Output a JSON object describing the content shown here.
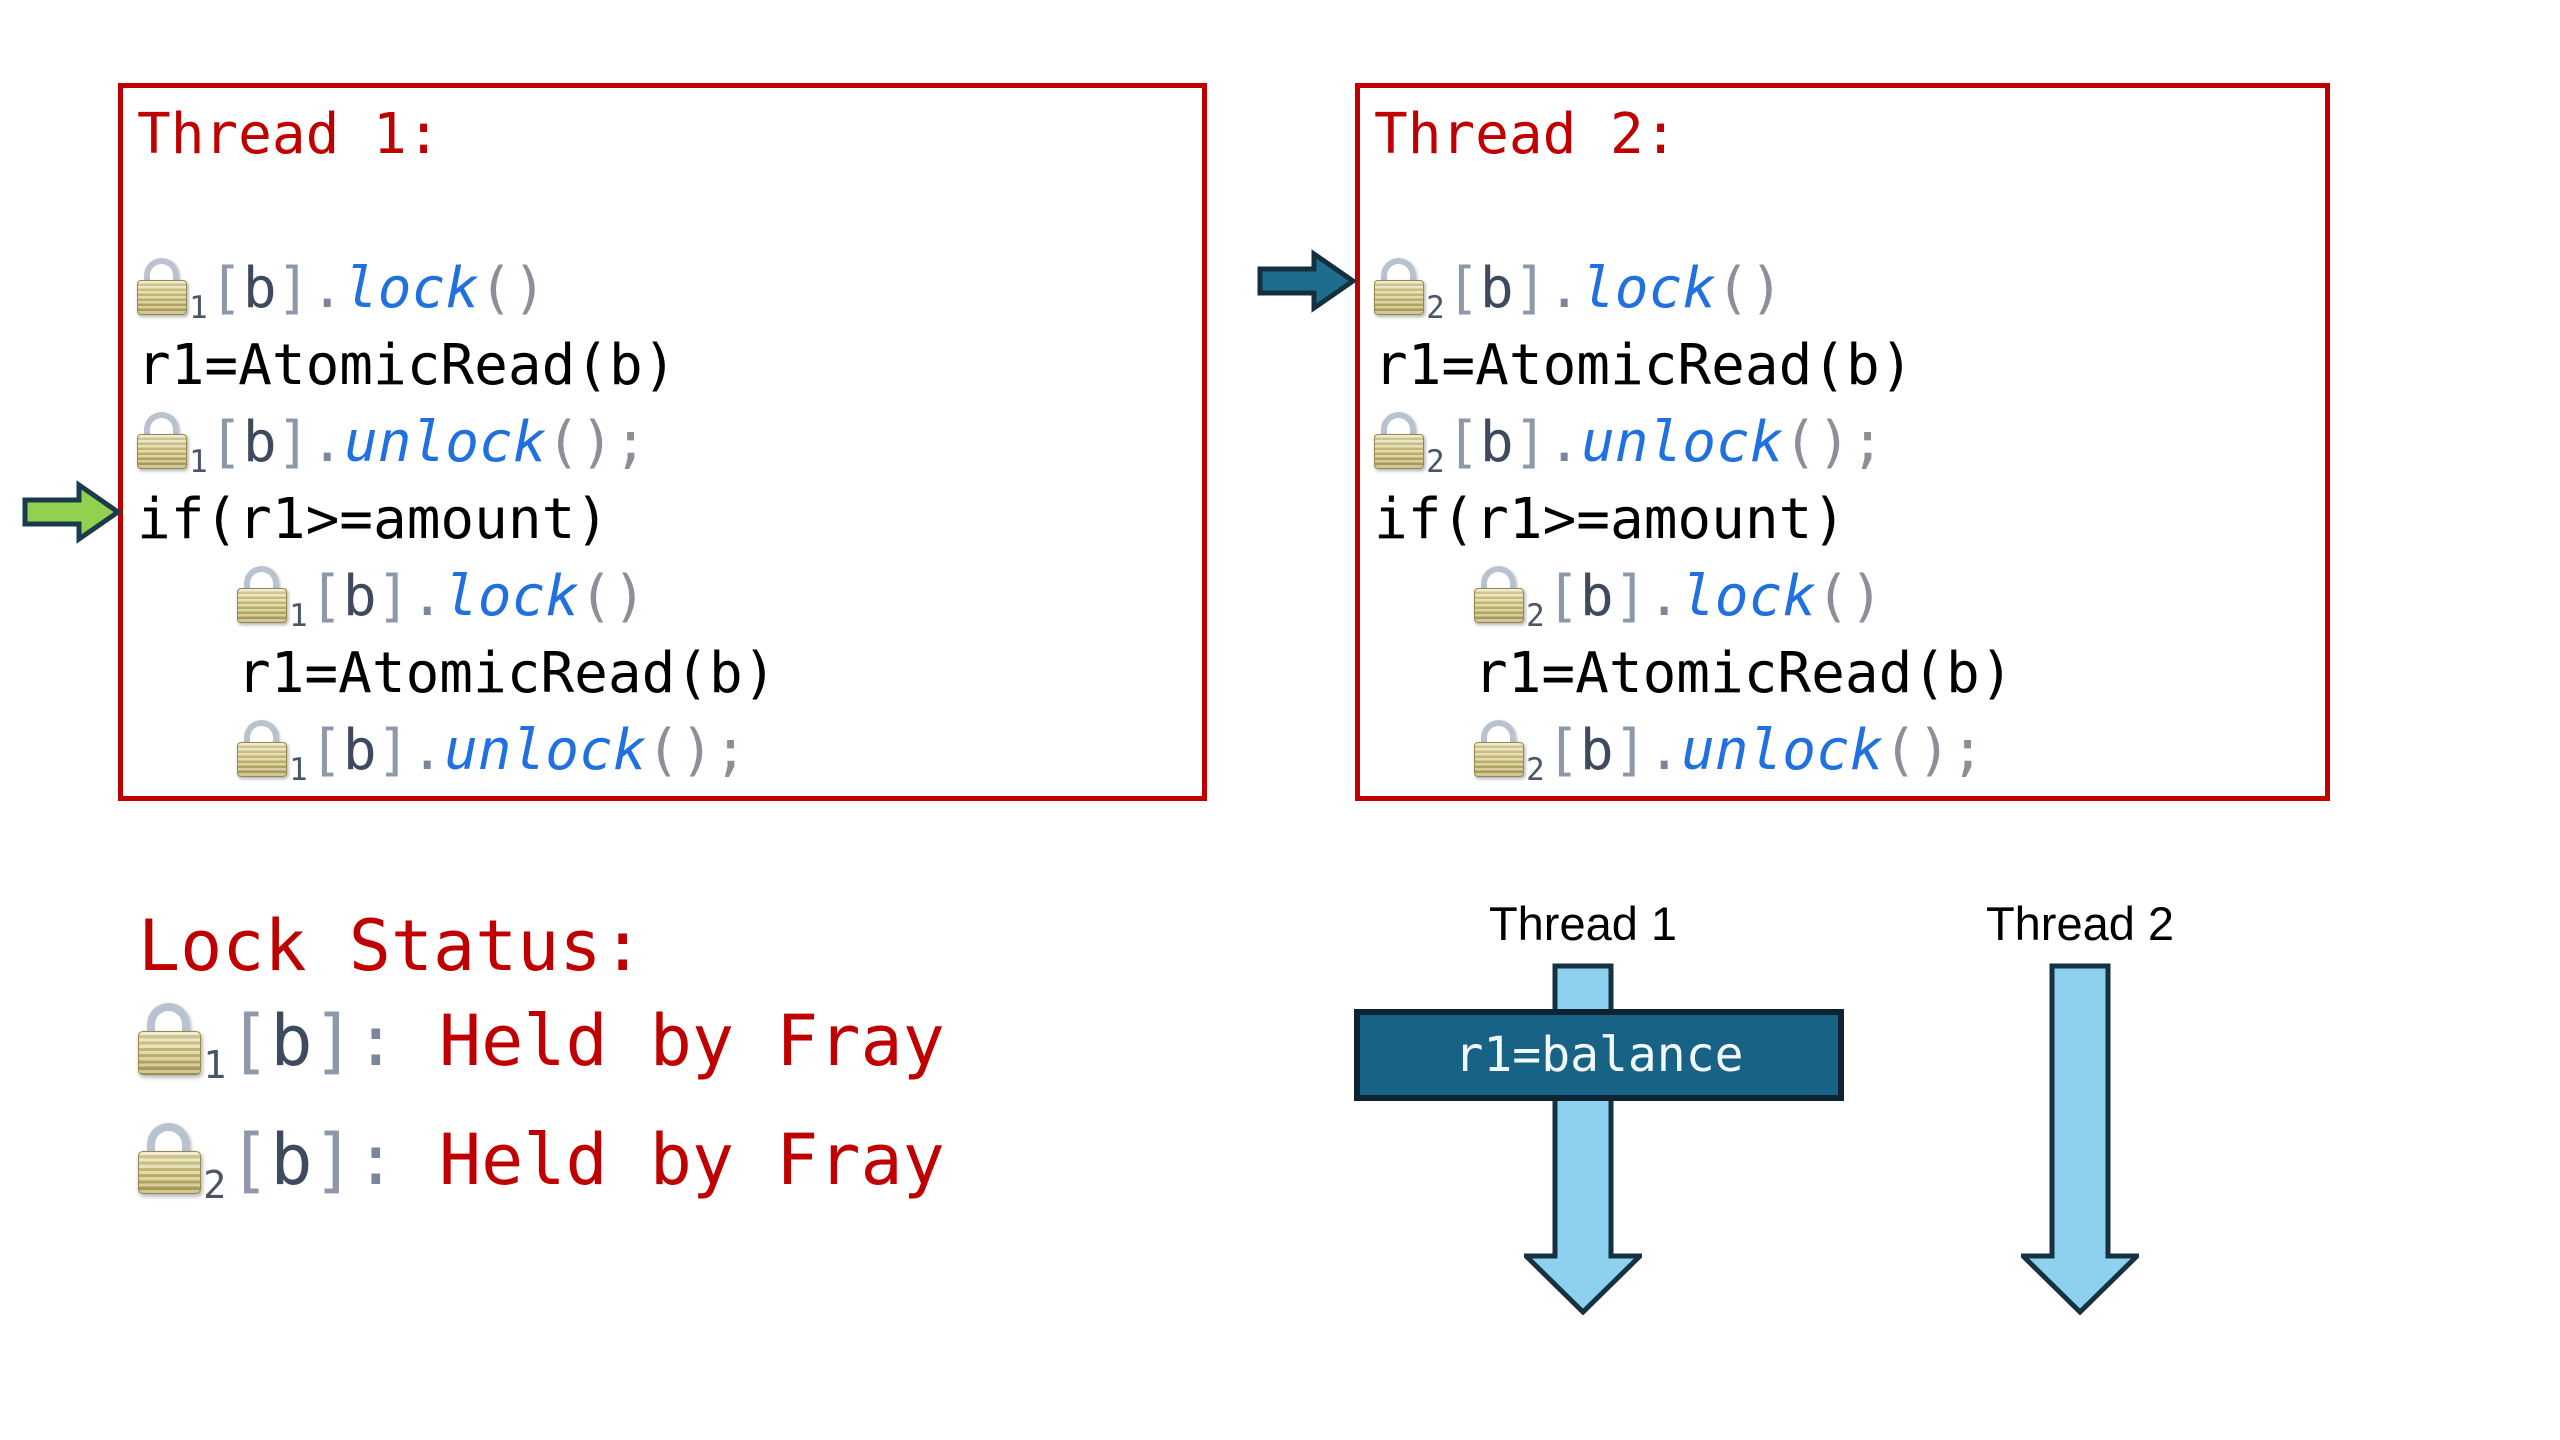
{
  "colors": {
    "box_border_red": "#c00000",
    "heading_red": "#c00000",
    "code_black": "#000000",
    "bracket_gray": "#8d98aa",
    "variable_slate": "#3e4a5e",
    "function_blue": "#2070e0",
    "paren_gray": "#8a8f98",
    "lock_body_gold": "#cfc379",
    "lock_shackle_silver": "#b9c3cf",
    "green_arrow_fill": "#92d050",
    "teal_arrow_fill": "#1f6d8c",
    "timeline_arrow_fill": "#8ed1ee",
    "timeline_arrow_outline": "#16313f",
    "event_box_fill": "#186286",
    "event_box_text": "#f2f9fd"
  },
  "thread1_box": {
    "title": "Thread 1:",
    "code_lines": [
      {
        "tokens": []
      },
      {
        "tokens": [
          [
            "lock",
            "1"
          ],
          [
            "brk",
            "["
          ],
          [
            "b",
            "b"
          ],
          [
            "brk",
            "]"
          ],
          [
            "dot",
            "."
          ],
          [
            "fn",
            "lock"
          ],
          [
            "par",
            "()"
          ]
        ]
      },
      {
        "tokens": [
          [
            "blk",
            "r1=AtomicRead(b)"
          ]
        ]
      },
      {
        "tokens": [
          [
            "lock",
            "1"
          ],
          [
            "brk",
            "["
          ],
          [
            "b",
            "b"
          ],
          [
            "brk",
            "]"
          ],
          [
            "dot",
            "."
          ],
          [
            "fn",
            "unlock"
          ],
          [
            "par",
            "();"
          ]
        ]
      },
      {
        "tokens": [
          [
            "blk",
            "if(r1>=amount)"
          ]
        ]
      },
      {
        "indent": true,
        "tokens": [
          [
            "lock",
            "1"
          ],
          [
            "brk",
            "["
          ],
          [
            "b",
            "b"
          ],
          [
            "brk",
            "]"
          ],
          [
            "dot",
            "."
          ],
          [
            "fn",
            "lock"
          ],
          [
            "par",
            "()"
          ]
        ]
      },
      {
        "indent": true,
        "tokens": [
          [
            "blk",
            "r1=AtomicRead(b)"
          ]
        ]
      },
      {
        "indent": true,
        "tokens": [
          [
            "lock",
            "1"
          ],
          [
            "brk",
            "["
          ],
          [
            "b",
            "b"
          ],
          [
            "brk",
            "]"
          ],
          [
            "dot",
            "."
          ],
          [
            "fn",
            "unlock"
          ],
          [
            "par",
            "();"
          ]
        ]
      }
    ]
  },
  "thread2_box": {
    "title": "Thread 2:",
    "code_lines": [
      {
        "tokens": []
      },
      {
        "tokens": [
          [
            "lock",
            "2"
          ],
          [
            "brk",
            "["
          ],
          [
            "b",
            "b"
          ],
          [
            "brk",
            "]"
          ],
          [
            "dot",
            "."
          ],
          [
            "fn",
            "lock"
          ],
          [
            "par",
            "()"
          ]
        ]
      },
      {
        "tokens": [
          [
            "blk",
            "r1=AtomicRead(b)"
          ]
        ]
      },
      {
        "tokens": [
          [
            "lock",
            "2"
          ],
          [
            "brk",
            "["
          ],
          [
            "b",
            "b"
          ],
          [
            "brk",
            "]"
          ],
          [
            "dot",
            "."
          ],
          [
            "fn",
            "unlock"
          ],
          [
            "par",
            "();"
          ]
        ]
      },
      {
        "tokens": [
          [
            "blk",
            "if(r1>=amount)"
          ]
        ]
      },
      {
        "indent": true,
        "tokens": [
          [
            "lock",
            "2"
          ],
          [
            "brk",
            "["
          ],
          [
            "b",
            "b"
          ],
          [
            "brk",
            "]"
          ],
          [
            "dot",
            "."
          ],
          [
            "fn",
            "lock"
          ],
          [
            "par",
            "()"
          ]
        ]
      },
      {
        "indent": true,
        "tokens": [
          [
            "blk",
            "r1=AtomicRead(b)"
          ]
        ]
      },
      {
        "indent": true,
        "tokens": [
          [
            "lock",
            "2"
          ],
          [
            "brk",
            "["
          ],
          [
            "b",
            "b"
          ],
          [
            "brk",
            "]"
          ],
          [
            "dot",
            "."
          ],
          [
            "fn",
            "unlock"
          ],
          [
            "par",
            "();"
          ]
        ]
      }
    ]
  },
  "lock_status": {
    "title": "Lock Status:",
    "entries": [
      {
        "tokens": [
          [
            "lock",
            "1"
          ],
          [
            "brk",
            "["
          ],
          [
            "b",
            "b"
          ],
          [
            "brk",
            "]"
          ],
          [
            "dot",
            ":"
          ],
          [
            "red",
            " Held by Fray"
          ]
        ]
      },
      {
        "tokens": [
          [
            "lock",
            "2"
          ],
          [
            "brk",
            "["
          ],
          [
            "b",
            "b"
          ],
          [
            "brk",
            "]"
          ],
          [
            "dot",
            ":"
          ],
          [
            "red",
            " Held by Fray"
          ]
        ]
      }
    ]
  },
  "timeline": {
    "thread1_label": "Thread 1",
    "thread2_label": "Thread 2",
    "event_label": "r1=balance"
  }
}
